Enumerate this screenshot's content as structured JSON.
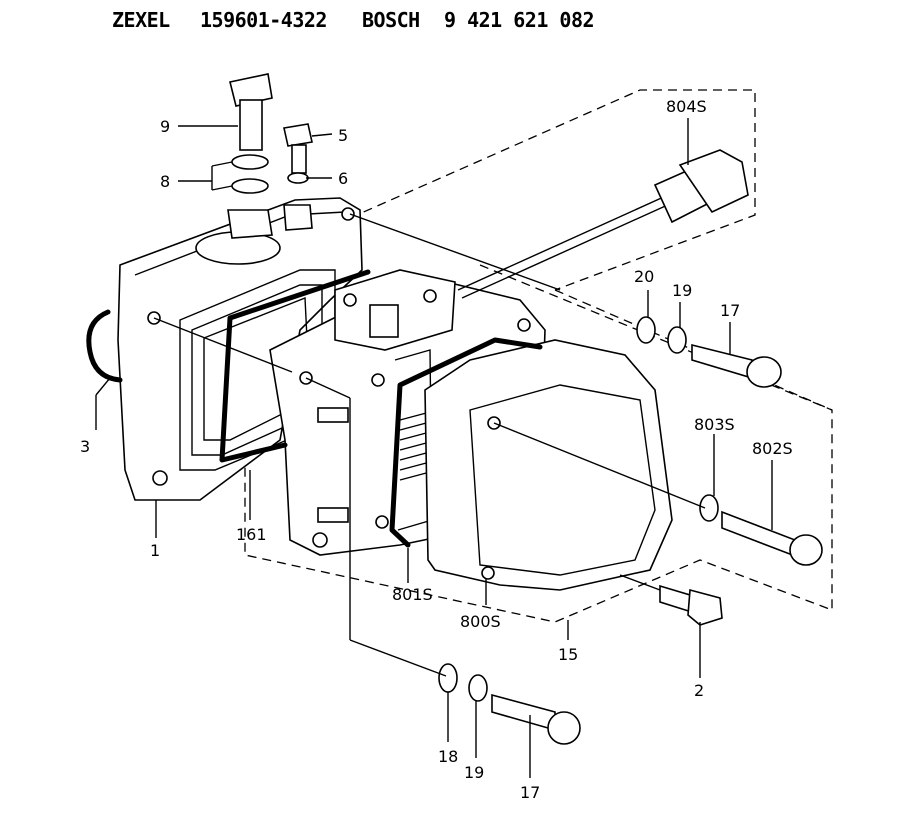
{
  "header": {
    "maker1": "ZEXEL",
    "part1": "159601-4322",
    "maker2": "BOSCH",
    "part2": "9 421 621 082"
  },
  "callouts": {
    "c1": "1",
    "c2": "2",
    "c3": "3",
    "c5": "5",
    "c6": "6",
    "c8": "8",
    "c9": "9",
    "c15": "15",
    "c161": "161",
    "c17a": "17",
    "c17b": "17",
    "c18": "18",
    "c19a": "19",
    "c19b": "19",
    "c20": "20",
    "c800s": "800S",
    "c801s": "801S",
    "c802s": "802S",
    "c803s": "803S",
    "c804s": "804S"
  }
}
